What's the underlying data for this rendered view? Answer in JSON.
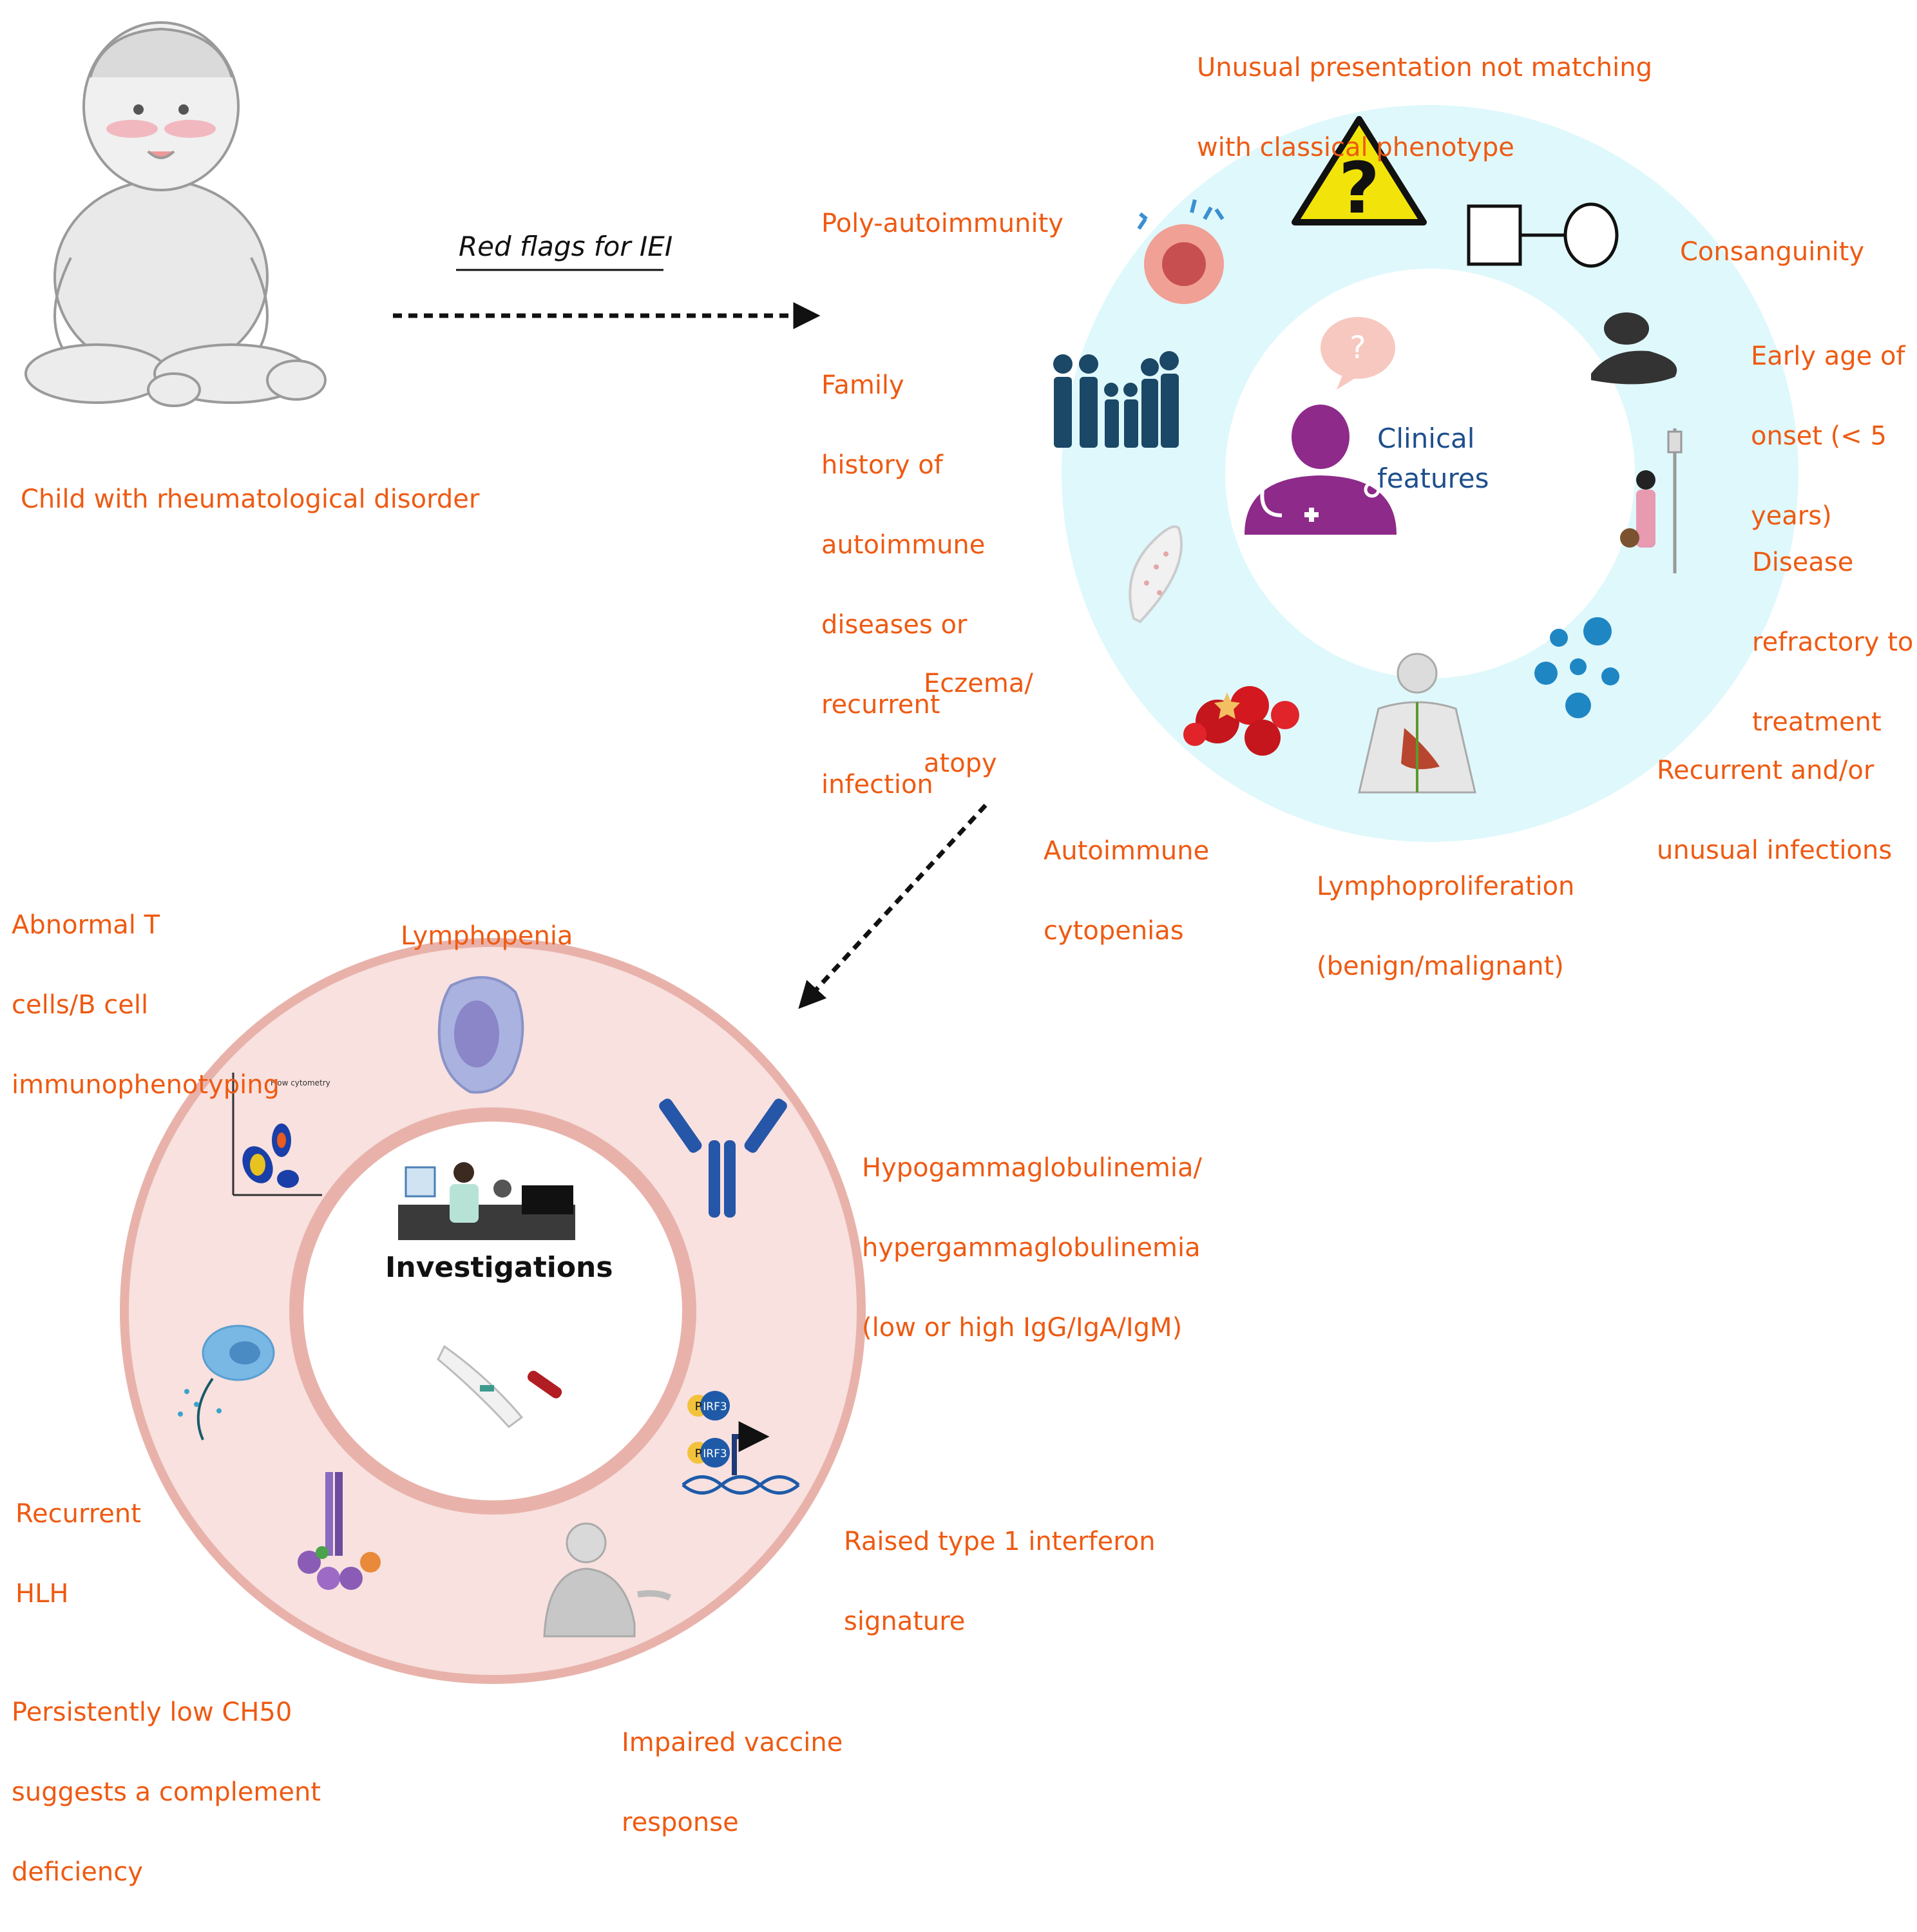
{
  "top": {
    "child_label": "Child with rheumatological disorder",
    "arrow_label": "Red flags for IEI"
  },
  "clinical": {
    "center_title": [
      "Clinical",
      "features"
    ],
    "labels": {
      "unusual": [
        "Unusual presentation not matching",
        "with classical phenotype"
      ],
      "poly": [
        "Poly-autoimmunity"
      ],
      "consanguinity": [
        "Consanguinity"
      ],
      "early_age": [
        "Early age of",
        "onset (< 5",
        "years)"
      ],
      "family": [
        "Family",
        "history of",
        "autoimmune",
        "diseases or",
        "recurrent",
        "infection"
      ],
      "refractory": [
        "Disease",
        "refractory to",
        "treatment"
      ],
      "eczema": [
        "Eczema/",
        "atopy"
      ],
      "infections": [
        "Recurrent and/or",
        "unusual infections"
      ],
      "cytopenias": [
        "Autoimmune",
        "cytopenias"
      ],
      "lympho": [
        "Lymphoproliferation",
        "(benign/malignant)"
      ]
    }
  },
  "investigations": {
    "center_title": "Investigations",
    "labels": {
      "abnormal_t": [
        "Abnormal T",
        "cells/B cell",
        "immunophenotyping"
      ],
      "lymphopenia": [
        "Lymphopenia"
      ],
      "hypogamma": [
        "Hypogammaglobulinemia/",
        "hypergammaglobulinemia",
        "(low or high IgG/IgA/IgM)"
      ],
      "hlh": [
        "Recurrent",
        "HLH"
      ],
      "interferon": [
        "Raised type 1 interferon",
        "signature"
      ],
      "ch50": [
        "Persistently low CH50",
        "suggests a complement",
        "deficiency"
      ],
      "vaccine": [
        "Impaired vaccine",
        "response"
      ]
    },
    "flow_plot_title": "Flow cytometry",
    "irf3_text": "IRF3",
    "p_text": "P"
  },
  "colors": {
    "label_orange": "#ee5a12",
    "clinical_ring": "#dff8fb",
    "investigation_ring": "#f8e1df",
    "investigation_border": "#e8b2aa",
    "clinical_title": "#1d4f8c"
  }
}
